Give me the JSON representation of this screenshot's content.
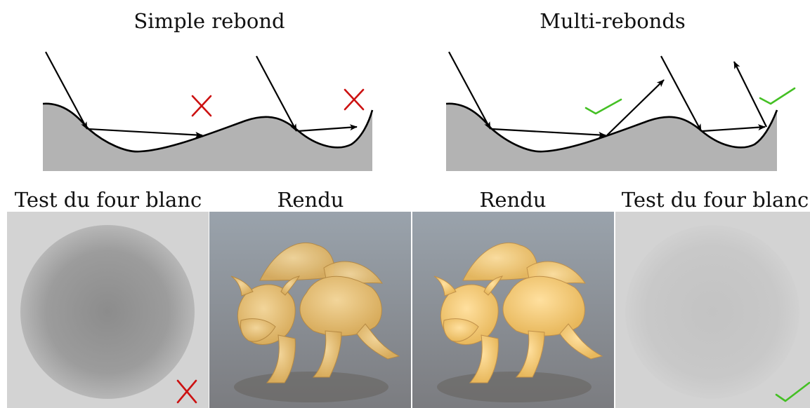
{
  "diagrams": {
    "single_bounce": {
      "title": "Simple rebond",
      "status": "fail"
    },
    "multi_bounce": {
      "title": "Multi-rebonds",
      "status": "pass"
    }
  },
  "panels": [
    {
      "label": "Test du four blanc",
      "kind": "white-furnace",
      "status": "fail"
    },
    {
      "label": "Rendu",
      "kind": "render",
      "status": ""
    },
    {
      "label": "Rendu",
      "kind": "render",
      "status": ""
    },
    {
      "label": "Test du four blanc",
      "kind": "white-furnace",
      "status": "pass"
    }
  ],
  "colors": {
    "surface_fill": "#b3b3b3",
    "fail_mark": "#cc1111",
    "pass_mark": "#44c024",
    "arrow": "#000000",
    "furnace_background": "#d3d3d3",
    "render_background": "#9ea6ae",
    "dragon_body": "#e9c477"
  },
  "icons": {
    "fail": "cross-icon",
    "pass": "check-icon"
  }
}
